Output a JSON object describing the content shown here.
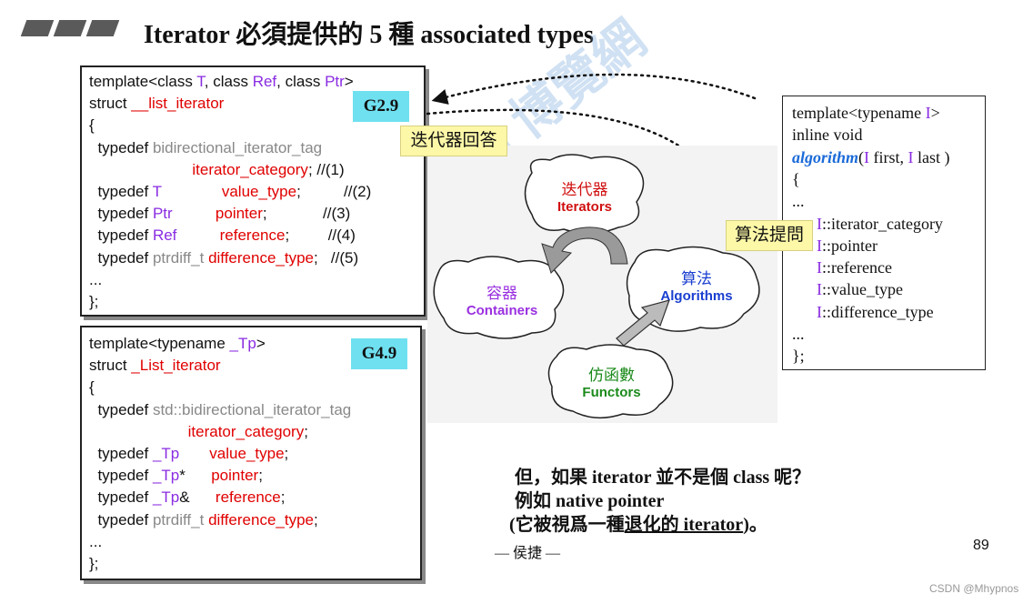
{
  "title": "Iterator 必須提供的 5 種 associated types",
  "left_top": {
    "version": "G2.9",
    "lines": [
      [
        [
          "template<class ",
          ""
        ],
        [
          "T",
          "purple"
        ],
        [
          ", class ",
          ""
        ],
        [
          "Ref",
          "purple"
        ],
        [
          ", class ",
          ""
        ],
        [
          "Ptr",
          "purple"
        ],
        [
          ">",
          ""
        ]
      ],
      [
        [
          "struct ",
          ""
        ],
        [
          "__list_iterator",
          "red"
        ]
      ],
      [
        [
          "{",
          ""
        ]
      ],
      [
        [
          "  typedef ",
          ""
        ],
        [
          "bidirectional_iterator_tag",
          "gray"
        ]
      ],
      [
        [
          "                        ",
          ""
        ],
        [
          "iterator_category",
          "red"
        ],
        [
          "; //(1)",
          ""
        ]
      ],
      [
        [
          "  typedef ",
          ""
        ],
        [
          "T",
          "purple"
        ],
        [
          "              ",
          ""
        ],
        [
          "value_type",
          "red"
        ],
        [
          ";          //(2)",
          ""
        ]
      ],
      [
        [
          "  typedef ",
          ""
        ],
        [
          "Ptr",
          "purple"
        ],
        [
          "          ",
          ""
        ],
        [
          "pointer",
          "red"
        ],
        [
          ";             //(3)",
          ""
        ]
      ],
      [
        [
          "  typedef ",
          ""
        ],
        [
          "Ref",
          "purple"
        ],
        [
          "          ",
          ""
        ],
        [
          "reference",
          "red"
        ],
        [
          ";         //(4)",
          ""
        ]
      ],
      [
        [
          "  typedef ",
          ""
        ],
        [
          "ptrdiff_t",
          "gray"
        ],
        [
          " ",
          ""
        ],
        [
          "difference_type",
          "red"
        ],
        [
          ";   //(5)",
          ""
        ]
      ],
      [
        [
          "...",
          ""
        ]
      ],
      [
        [
          "};",
          ""
        ]
      ]
    ]
  },
  "left_bottom": {
    "version": "G4.9",
    "lines": [
      [
        [
          "template<typename ",
          ""
        ],
        [
          "_Tp",
          "purple"
        ],
        [
          ">",
          ""
        ]
      ],
      [
        [
          "struct ",
          ""
        ],
        [
          "_List_iterator",
          "red"
        ]
      ],
      [
        [
          "{",
          ""
        ]
      ],
      [
        [
          "  typedef ",
          ""
        ],
        [
          "std::bidirectional_iterator_tag",
          "gray"
        ]
      ],
      [
        [
          "                       ",
          ""
        ],
        [
          "iterator_category",
          "red"
        ],
        [
          ";",
          ""
        ]
      ],
      [
        [
          "  typedef ",
          ""
        ],
        [
          "_Tp",
          "purple"
        ],
        [
          "       ",
          ""
        ],
        [
          "value_type",
          "red"
        ],
        [
          ";",
          ""
        ]
      ],
      [
        [
          "  typedef ",
          ""
        ],
        [
          "_Tp",
          "purple"
        ],
        [
          "*      ",
          ""
        ],
        [
          "pointer",
          "red"
        ],
        [
          ";",
          ""
        ]
      ],
      [
        [
          "  typedef ",
          ""
        ],
        [
          "_Tp",
          "purple"
        ],
        [
          "&      ",
          ""
        ],
        [
          "reference",
          "red"
        ],
        [
          ";",
          ""
        ]
      ],
      [
        [
          "  typedef ",
          ""
        ],
        [
          "ptrdiff_t",
          "gray"
        ],
        [
          " ",
          ""
        ],
        [
          "difference_type",
          "red"
        ],
        [
          ";",
          ""
        ]
      ],
      [
        [
          "...",
          ""
        ]
      ],
      [
        [
          "};",
          ""
        ]
      ]
    ]
  },
  "right_box": {
    "lines": [
      [
        [
          "template<typename ",
          ""
        ],
        [
          "I",
          "tint"
        ],
        [
          ">",
          ""
        ]
      ],
      [
        [
          "inline void",
          ""
        ]
      ],
      [
        [
          "algorithm",
          "algo"
        ],
        [
          "(",
          ""
        ],
        [
          "I",
          "tint"
        ],
        [
          " first, ",
          ""
        ],
        [
          "I",
          "tint"
        ],
        [
          " last )",
          ""
        ]
      ],
      [
        [
          "{",
          ""
        ]
      ],
      [
        [
          "...",
          ""
        ]
      ],
      [
        [
          "      ",
          ""
        ],
        [
          "I",
          "tint"
        ],
        [
          "::iterator_category",
          ""
        ]
      ],
      [
        [
          "      ",
          ""
        ],
        [
          "I",
          "tint"
        ],
        [
          "::pointer",
          ""
        ]
      ],
      [
        [
          "      ",
          ""
        ],
        [
          "I",
          "tint"
        ],
        [
          "::reference",
          ""
        ]
      ],
      [
        [
          "      ",
          ""
        ],
        [
          "I",
          "tint"
        ],
        [
          "::value_type",
          ""
        ]
      ],
      [
        [
          "      ",
          ""
        ],
        [
          "I",
          "tint"
        ],
        [
          "::difference_type",
          ""
        ]
      ],
      [
        [
          "...",
          ""
        ]
      ],
      [
        [
          "};",
          ""
        ]
      ]
    ]
  },
  "notes": {
    "iterator_answer": "迭代器回答",
    "algorithm_question": "算法提問"
  },
  "clouds": {
    "iterators_zh": "迭代器",
    "iterators_en": "Iterators",
    "containers_zh": "容器",
    "containers_en": "Containers",
    "algorithms_zh": "算法",
    "algorithms_en": "Algorithms",
    "functors_zh": "仿函數",
    "functors_en": "Functors"
  },
  "bottom_text": {
    "line1": "但，如果 iterator 並不是個 class 呢？",
    "line2": "例如 native pointer",
    "line3_pre": "(它被視爲一種",
    "line3_underlined": "退化的 iterator",
    "line3_post": ")。",
    "author": "— 侯捷 —"
  },
  "page_number": "89",
  "credit": "CSDN @Mhypnos",
  "watermark": "Boolan 博覽網",
  "colors": {
    "purple": "#8a2be2",
    "red": "#e00000",
    "version_badge": "#6fe0f0",
    "note_yellow": "#fdf8a8",
    "algorithms_blue": "#1a3fd0",
    "functors_green": "#1a8a1a"
  }
}
